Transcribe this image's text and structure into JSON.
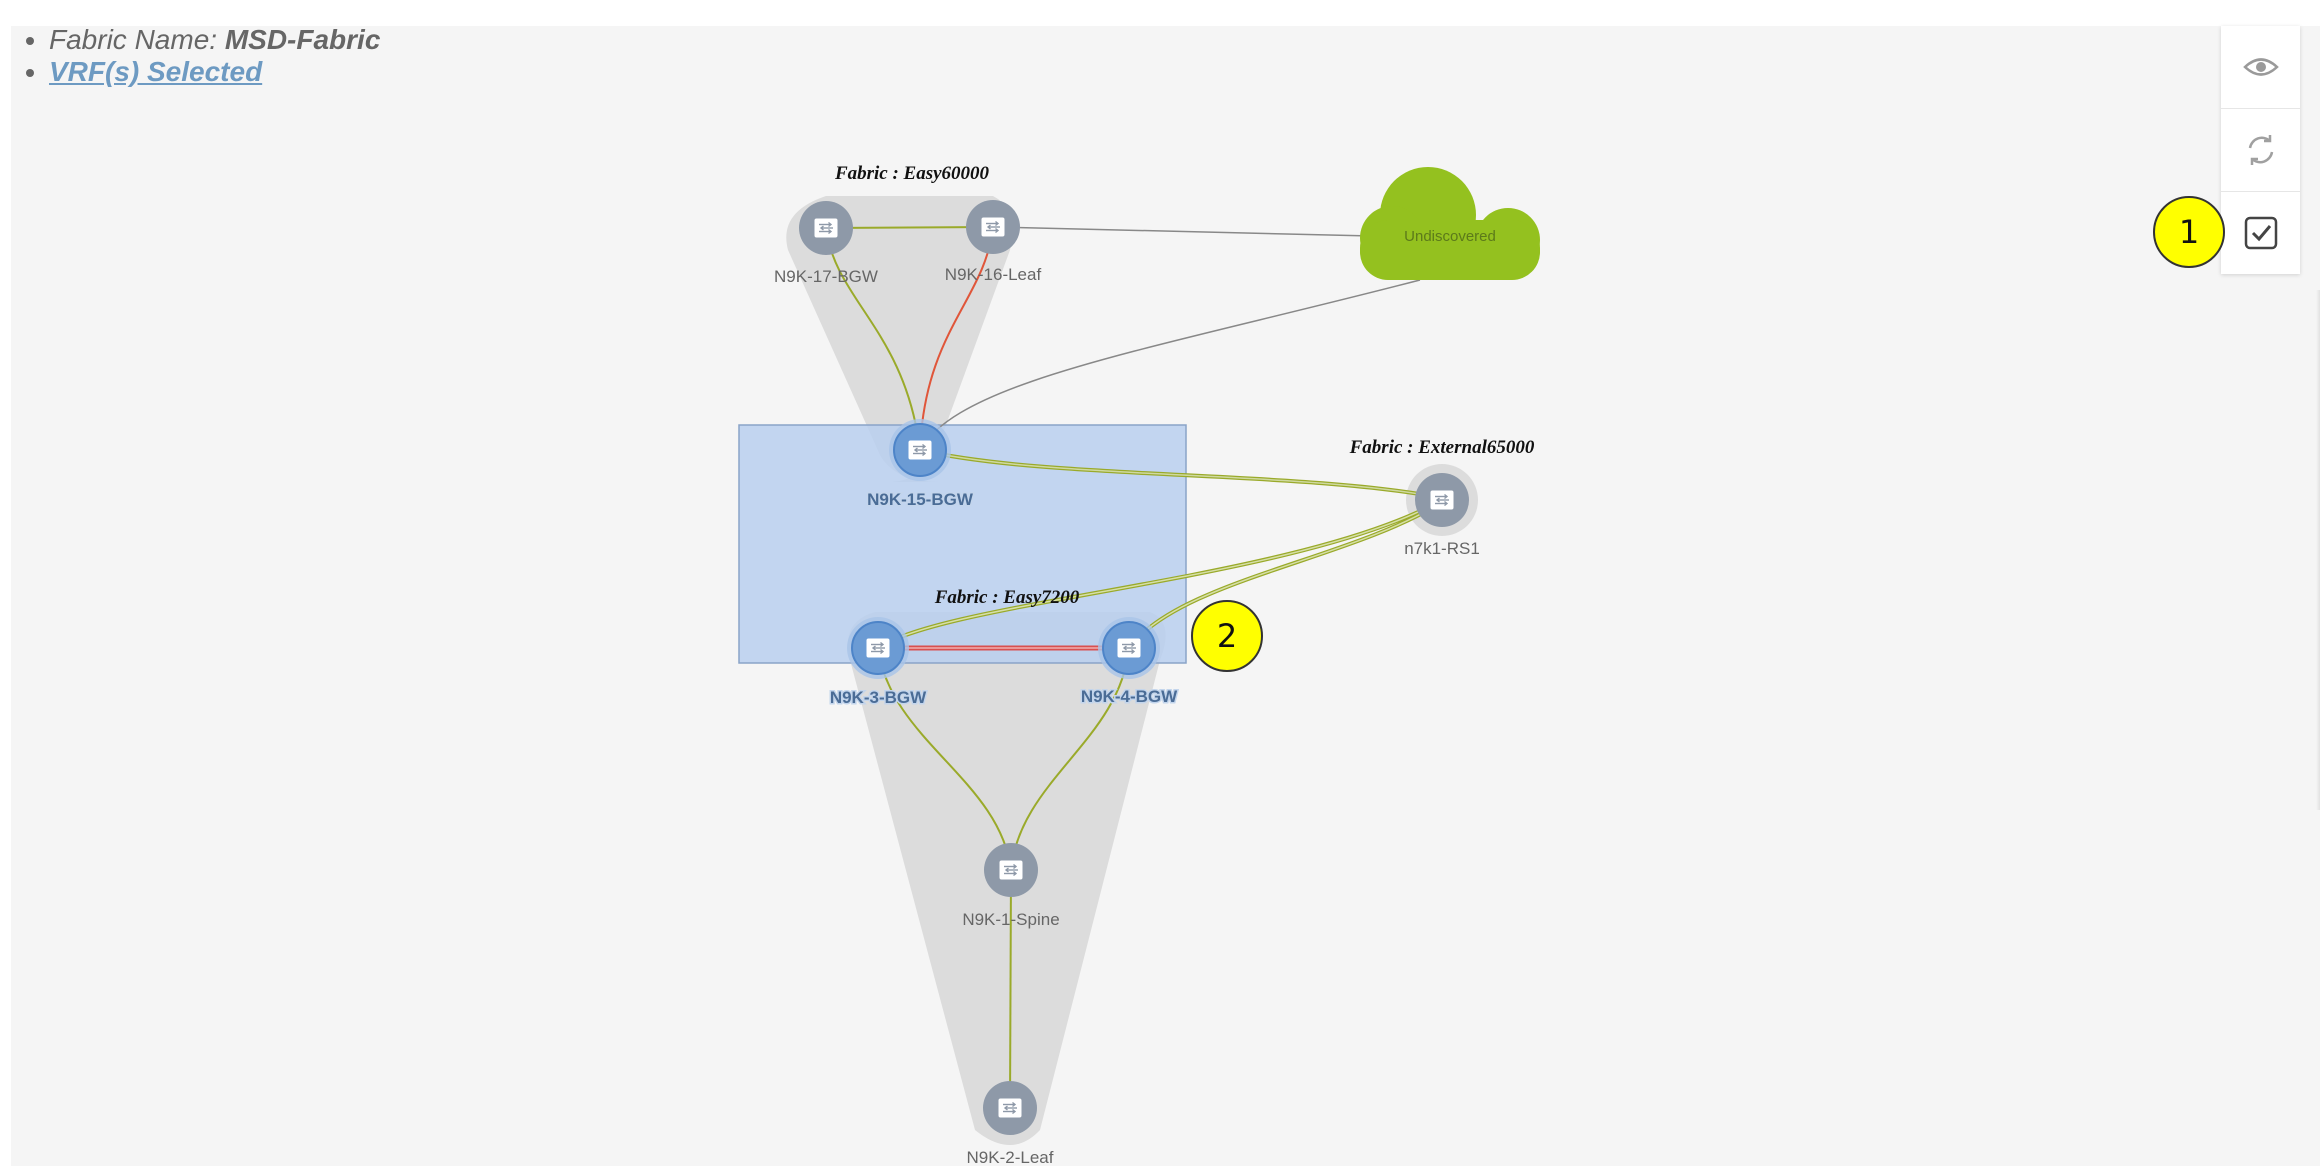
{
  "header": {
    "fabric_name_label": "Fabric Name: ",
    "fabric_name_value": "MSD-Fabric",
    "vrf_link": "VRF(s) Selected"
  },
  "fabrics": {
    "easy60000": "Fabric : Easy60000",
    "external65000": "Fabric : External65000",
    "easy7200": "Fabric : Easy7200"
  },
  "nodes": {
    "n9k17": "N9K-17-BGW",
    "n9k16": "N9K-16-Leaf",
    "n9k15": "N9K-15-BGW",
    "n7k1": "n7k1-RS1",
    "n9k3": "N9K-3-BGW",
    "n9k4": "N9K-4-BGW",
    "n9k1": "N9K-1-Spine",
    "n9k2": "N9K-2-Leaf"
  },
  "cloud": {
    "label": "Undiscovered"
  },
  "toolbar": {
    "icons": [
      "eye-icon",
      "refresh-icon",
      "checkbox-icon"
    ]
  },
  "callouts": {
    "one": "1",
    "two": "2"
  },
  "colors": {
    "canvas": "#f5f5f5",
    "node": "#8e99a8",
    "node_selected": "#6b9bd4",
    "selection_box": "#b8cfee",
    "link_green": "#9aaa2a",
    "link_red": "#e0563a",
    "cloud": "#94c11f",
    "callout": "#ffff00"
  }
}
